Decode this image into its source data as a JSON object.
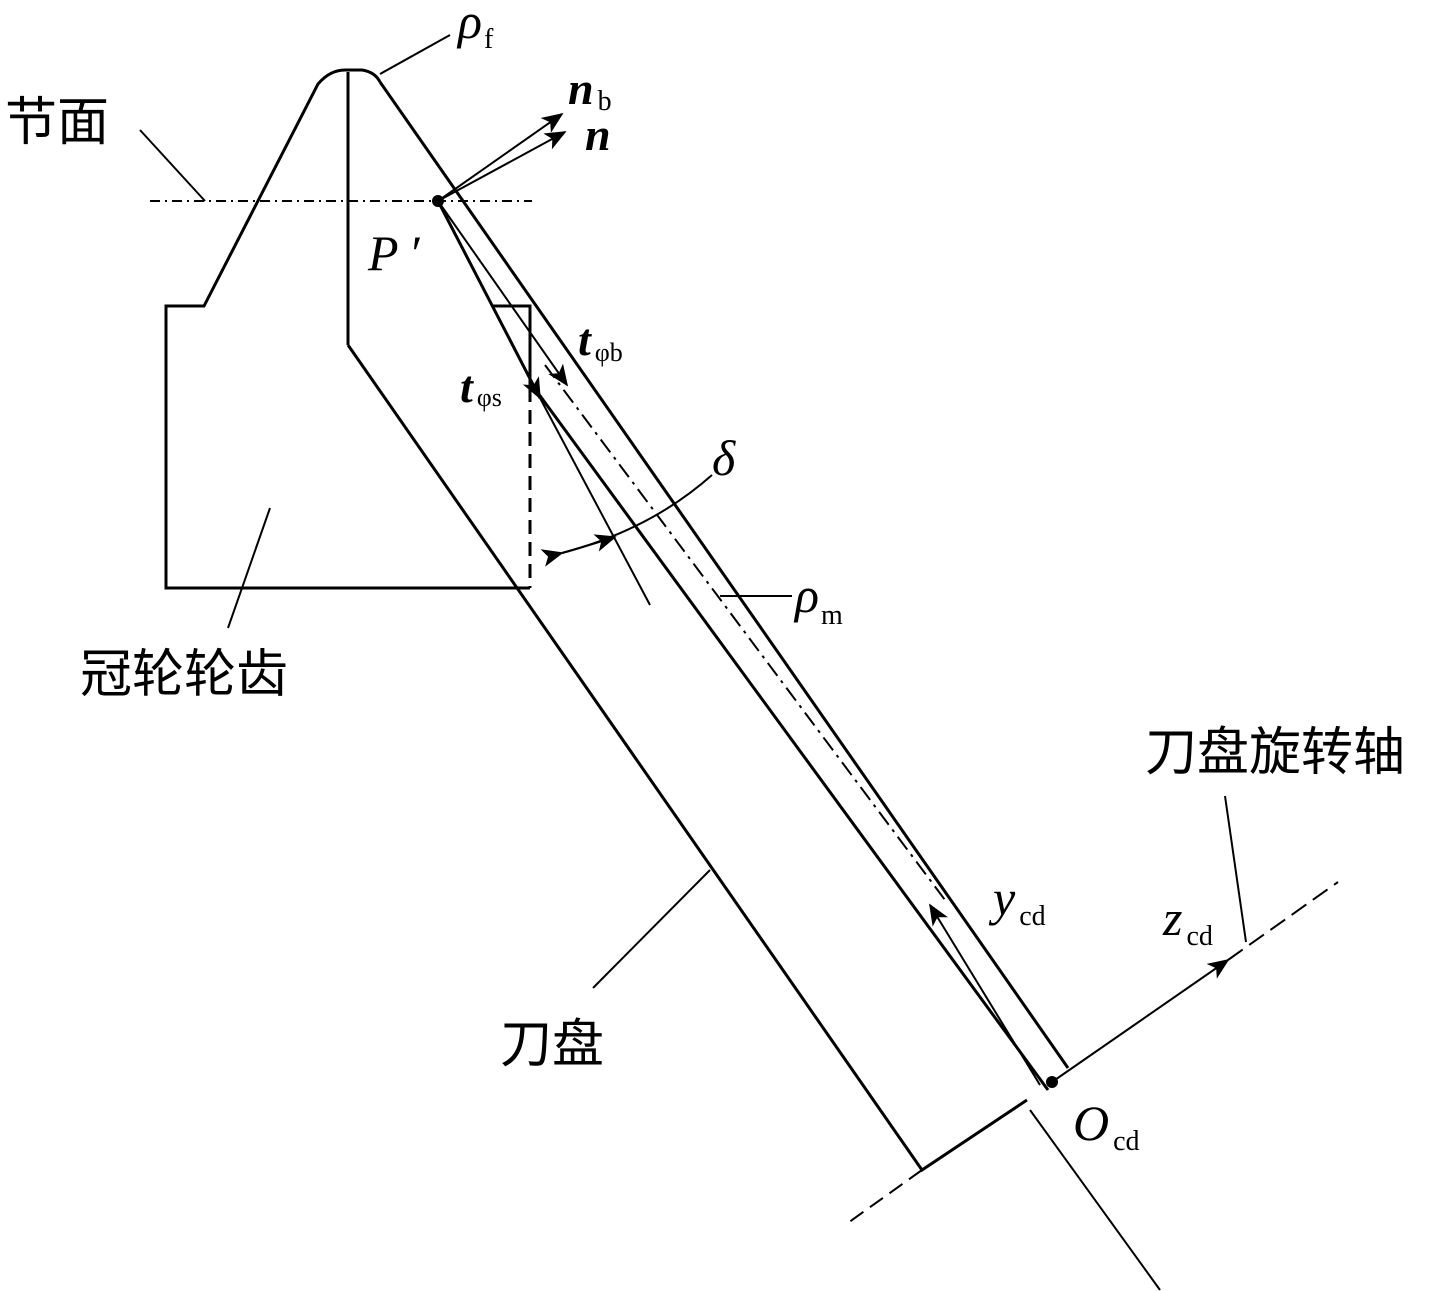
{
  "labels": {
    "pitch_plane": "节面",
    "crown_gear_tooth": "冠轮轮齿",
    "cutter_head": "刀盘",
    "cutter_axis": "刀盘旋转轴"
  },
  "symbols": {
    "rho_f": {
      "main": "ρ",
      "sub": "f"
    },
    "n_b": {
      "main": "n",
      "sub": "b"
    },
    "n": {
      "main": "n"
    },
    "P_prime": {
      "main": "P",
      "prime": "′"
    },
    "t_phi_b": {
      "main": "t",
      "sub": "φb"
    },
    "t_phi_s": {
      "main": "t",
      "sub": "φs"
    },
    "delta": {
      "main": "δ"
    },
    "rho_m": {
      "main": "ρ",
      "sub": "m"
    },
    "y_cd": {
      "main": "y",
      "sub": "cd"
    },
    "z_cd": {
      "main": "z",
      "sub": "cd"
    },
    "O_cd": {
      "main": "O",
      "sub": "cd"
    }
  },
  "colors": {
    "stroke": "#000000",
    "background": "#ffffff"
  }
}
